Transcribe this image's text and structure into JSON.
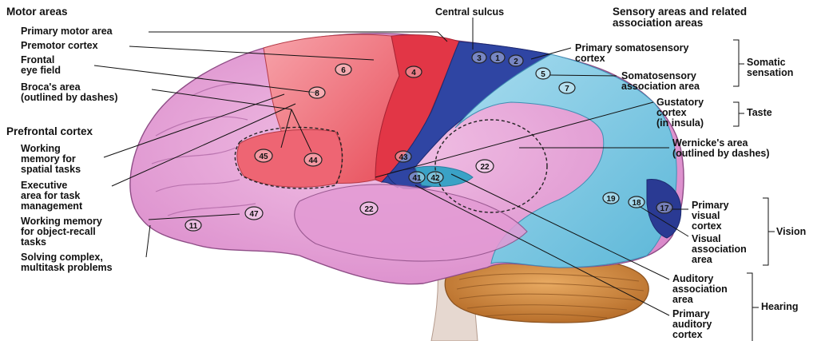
{
  "headings": {
    "motor": "Motor areas",
    "sensory": "Sensory areas and related\nassociation areas",
    "prefrontal": "Prefrontal cortex"
  },
  "left_labels": {
    "primary_motor": "Primary motor area",
    "premotor": "Premotor cortex",
    "frontal_eye": "Frontal\neye field",
    "broca": "Broca's area\n(outlined by dashes)",
    "working_spatial": "Working\nmemory for\nspatial tasks",
    "executive": "Executive\narea for task\nmanagement",
    "working_object": "Working memory\nfor object-recall\ntasks",
    "solving": "Solving complex,\nmultitask problems"
  },
  "top_label": {
    "central_sulcus": "Central sulcus"
  },
  "right_labels": {
    "primary_somato": "Primary somatosensory\ncortex",
    "somato_assoc": "Somatosensory\nassociation area",
    "gustatory": "Gustatory\ncortex\n(in insula)",
    "wernicke": "Wernicke's area\n(outlined by dashes)",
    "primary_visual": "Primary\nvisual\ncortex",
    "visual_assoc": "Visual\nassociation\narea",
    "auditory_assoc": "Auditory\nassociation\narea",
    "primary_auditory": "Primary\nauditory\ncortex"
  },
  "groups": {
    "somatic": "Somatic\nsensation",
    "taste": "Taste",
    "vision": "Vision",
    "hearing": "Hearing"
  },
  "areas": [
    "6",
    "4",
    "8",
    "45",
    "44",
    "47",
    "11",
    "22",
    "22",
    "3",
    "1",
    "2",
    "5",
    "7",
    "43",
    "41",
    "42",
    "19",
    "18",
    "17"
  ],
  "colors": {
    "motor_red": "#e8404d",
    "premotor_light_red": "#f5909b",
    "prefrontal_pink": "#e6a4d6",
    "somatosensory_navy": "#2a3c96",
    "association_cyan": "#7fcae2",
    "cerebellum": "#d8914a"
  }
}
